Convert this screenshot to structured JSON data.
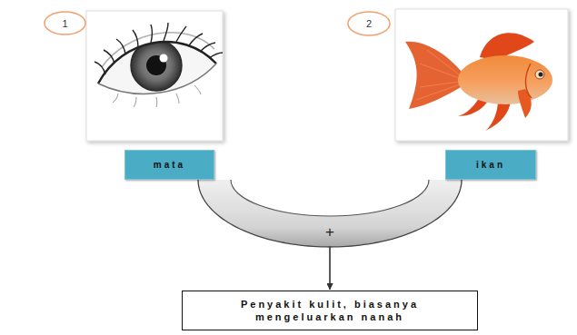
{
  "diagram": {
    "nodes": [
      {
        "text": [
          "1"
        ]
      },
      {
        "text": [
          "2"
        ]
      },
      {
        "text": [
          "mata"
        ]
      },
      {
        "text": [
          "ikan"
        ]
      },
      {
        "text": [
          "Penyakit kulit, biasanya mengeluarkan nanah"
        ]
      }
    ],
    "edges": [
      {
        "from": 2,
        "to": 4,
        "arrow": "to"
      },
      {
        "from": 3,
        "to": 4,
        "arrow": "to"
      }
    ],
    "labels": [
      "+"
    ]
  }
}
